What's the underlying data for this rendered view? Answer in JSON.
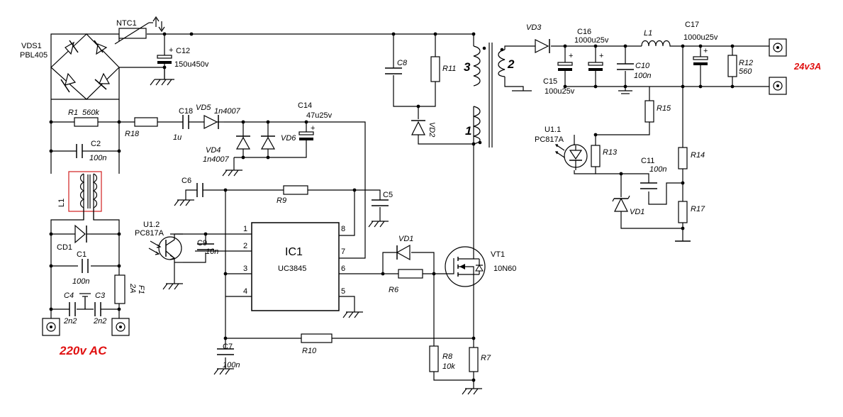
{
  "labels": {
    "vds1": "VDS1",
    "pbl405": "PBL405",
    "ntc1": "NTC1",
    "c12": "C12",
    "c12_val": "150u450v",
    "r1": "R1",
    "r1_val": "560k",
    "r18": "R18",
    "c18": "C18",
    "c18_val": "1u",
    "vd5": "VD5",
    "vd5_val": "1n4007",
    "vd4": "VD4",
    "vd4_val": "1n4007",
    "vd6": "VD6",
    "c14": "C14",
    "c14_val": "47u25v",
    "c2": "C2",
    "c2_val": "100n",
    "l1_left": "L1",
    "cd1": "CD1",
    "c1": "C1",
    "c1_val": "100n",
    "f1": "F1",
    "f1_val": "2A",
    "c4": "C4",
    "c4_val": "2n2",
    "c3": "C3",
    "c3_val": "2n2",
    "mains": "220v AC",
    "c6": "C6",
    "r9": "R9",
    "c5": "C5",
    "u12": "U1.2",
    "u12_part": "PC817A",
    "c9": "C9",
    "c9_val": "10n",
    "ic1": "IC1",
    "ic1_part": "UC3845",
    "pin1": "1",
    "pin2": "2",
    "pin3": "3",
    "pin4": "4",
    "pin5": "5",
    "pin6": "6",
    "pin7": "7",
    "pin8": "8",
    "c8": "C8",
    "r11": "R11",
    "vd2": "VD2",
    "winding3": "3",
    "winding1": "1",
    "winding2": "2",
    "vd1_pri": "VD1",
    "r6": "R6",
    "vt1": "VT1",
    "vt1_part": "10N60",
    "r8": "R8",
    "r8_val": "10k",
    "r7": "R7",
    "c7": "C7",
    "c7_val": "100n",
    "r10": "R10",
    "vd3": "VD3",
    "c16": "C16",
    "c16_val": "1000u25v",
    "l1_out": "L1",
    "c17": "C17",
    "c17_val": "1000u25v",
    "c15": "C15",
    "c15_val": "100u25v",
    "c10": "C10",
    "c10_val": "100n",
    "r12": "R12",
    "r12_val": "560",
    "output": "24v3A",
    "r15": "R15",
    "u11": "U1.1",
    "u11_part": "PC817A",
    "r13": "R13",
    "c11": "C11",
    "c11_val": "100n",
    "r14": "R14",
    "r17": "R17",
    "vd1_sec": "VD1",
    "plus": "+"
  },
  "colors": {
    "wire": "#000000",
    "accent": "#e01010",
    "filter_box": "#d02020"
  }
}
